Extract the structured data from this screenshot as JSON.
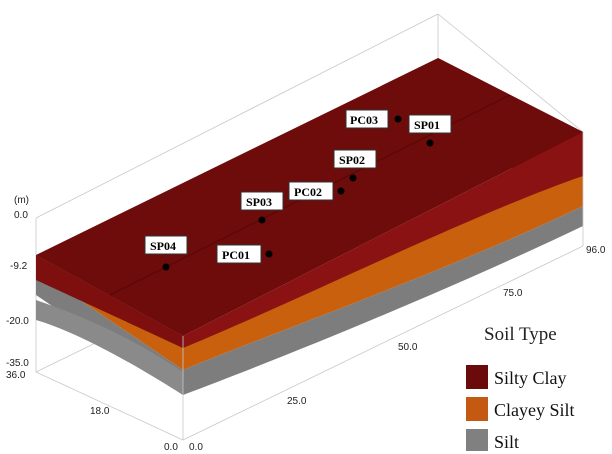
{
  "diagram": {
    "depth_unit": "(m)",
    "depth_ticks": [
      "0.0",
      "-9.2",
      "-20.0",
      "-35.0"
    ],
    "y_axis_ticks": [
      "36.0",
      "18.0",
      "0.0"
    ],
    "x_axis_ticks": [
      "0.0",
      "25.0",
      "50.0",
      "75.0",
      "96.0"
    ]
  },
  "boreholes": [
    {
      "label": "PC03"
    },
    {
      "label": "SP01"
    },
    {
      "label": "SP02"
    },
    {
      "label": "PC02"
    },
    {
      "label": "SP03"
    },
    {
      "label": "SP04"
    },
    {
      "label": "PC01"
    }
  ],
  "legend": {
    "title": "Soil Type",
    "items": [
      {
        "label": "Silty Clay",
        "color": "#6b0a0a"
      },
      {
        "label": "Clayey Silt",
        "color": "#c45a12"
      },
      {
        "label": "Silt",
        "color": "#808080"
      }
    ]
  },
  "colors": {
    "silty_clay_top": "#6e0b0b",
    "silty_clay_front": "#8a1212",
    "silty_clay_side": "#7a0f0f",
    "clayey_silt": "#c8600e",
    "silt": "#7d7d7d"
  }
}
